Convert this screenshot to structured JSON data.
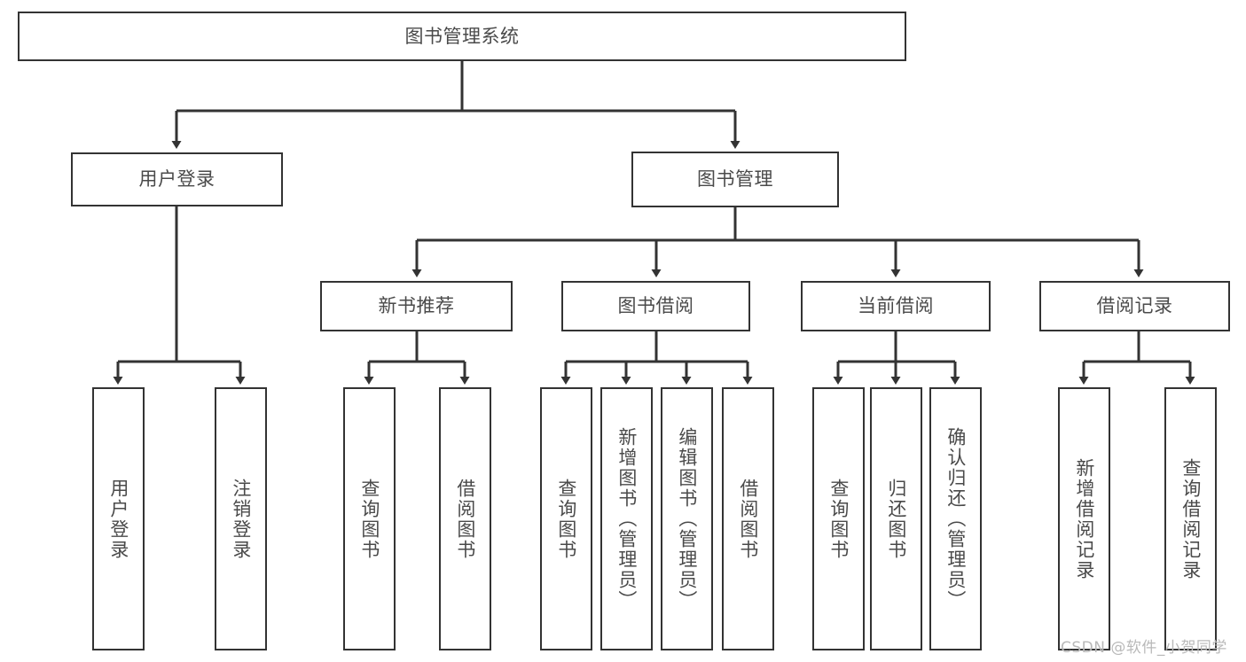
{
  "diagram": {
    "type": "tree",
    "title": "图书管理系统",
    "root": {
      "label": "图书管理系统"
    },
    "level2": [
      {
        "label": "用户登录"
      },
      {
        "label": "图书管理"
      }
    ],
    "level3": [
      {
        "label": "新书推荐"
      },
      {
        "label": "图书借阅"
      },
      {
        "label": "当前借阅"
      },
      {
        "label": "借阅记录"
      }
    ],
    "leaves": {
      "user_login": [
        {
          "label": "用户登录"
        },
        {
          "label": "注销登录"
        }
      ],
      "new_book_recommend": [
        {
          "label": "查询图书"
        },
        {
          "label": "借阅图书"
        }
      ],
      "book_borrow": [
        {
          "label": "查询图书"
        },
        {
          "label": "新增图书（管理员）"
        },
        {
          "label": "编辑图书（管理员）"
        },
        {
          "label": "借阅图书"
        }
      ],
      "current_borrow": [
        {
          "label": "查询图书"
        },
        {
          "label": "归还图书"
        },
        {
          "label": "确认归还（管理员）"
        }
      ],
      "borrow_records": [
        {
          "label": "新增借阅记录"
        },
        {
          "label": "查询借阅记录"
        }
      ]
    }
  },
  "watermark": {
    "text": "CSDN @软件_小贺同学"
  },
  "colors": {
    "border": "#333333",
    "text": "#4a4a4a",
    "background": "#ffffff",
    "watermark": "#b9b9b9"
  }
}
